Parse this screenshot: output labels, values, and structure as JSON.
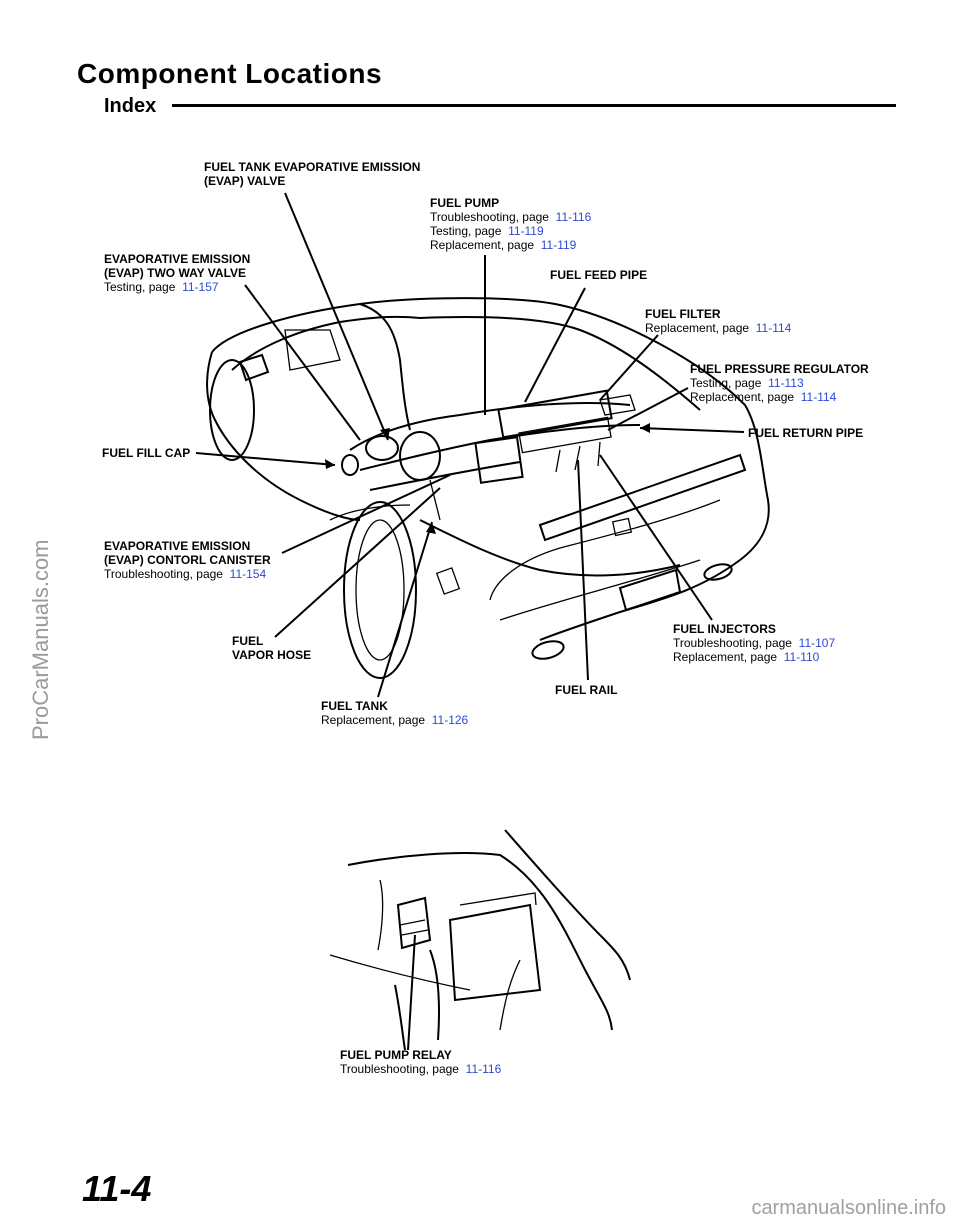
{
  "header": {
    "title": "Component Locations",
    "subtitle": "Index"
  },
  "labels": {
    "evap_valve": {
      "name_line1": "FUEL TANK EVAPORATIVE EMISSION",
      "name_line2": "(EVAP) VALVE"
    },
    "fuel_pump": {
      "name": "FUEL PUMP",
      "refs": [
        {
          "text": "Troubleshooting, page",
          "page": "11-116"
        },
        {
          "text": "Testing, page",
          "page": "11-119"
        },
        {
          "text": "Replacement, page",
          "page": "11-119"
        }
      ]
    },
    "two_way_valve": {
      "name_line1": "EVAPORATIVE EMISSION",
      "name_line2": "(EVAP) TWO WAY VALVE",
      "refs": [
        {
          "text": "Testing, page",
          "page": "11-157"
        }
      ]
    },
    "fuel_feed_pipe": {
      "name": "FUEL FEED PIPE"
    },
    "fuel_filter": {
      "name": "FUEL FILTER",
      "refs": [
        {
          "text": "Replacement, page",
          "page": "11-114"
        }
      ]
    },
    "pressure_regulator": {
      "name": "FUEL PRESSURE REGULATOR",
      "refs": [
        {
          "text": "Testing, page",
          "page": "11-113"
        },
        {
          "text": "Replacement, page",
          "page": "11-114"
        }
      ]
    },
    "fuel_return_pipe": {
      "name": "FUEL RETURN PIPE"
    },
    "fuel_fill_cap": {
      "name": "FUEL FILL CAP"
    },
    "canister": {
      "name_line1": "EVAPORATIVE EMISSION",
      "name_line2": "(EVAP) CONTORL CANISTER",
      "refs": [
        {
          "text": "Troubleshooting, page",
          "page": "11-154"
        }
      ]
    },
    "vapor_hose": {
      "name_line1": "FUEL",
      "name_line2": "VAPOR HOSE"
    },
    "fuel_injectors": {
      "name": "FUEL INJECTORS",
      "refs": [
        {
          "text": "Troubleshooting, page",
          "page": "11-107"
        },
        {
          "text": "Replacement, page",
          "page": "11-110"
        }
      ]
    },
    "fuel_rail": {
      "name": "FUEL RAIL"
    },
    "fuel_tank": {
      "name": "FUEL TANK",
      "refs": [
        {
          "text": "Replacement, page",
          "page": "11-126"
        }
      ]
    },
    "fuel_pump_relay": {
      "name": "FUEL PUMP RELAY",
      "refs": [
        {
          "text": "Troubleshooting, page",
          "page": "11-116"
        }
      ]
    }
  },
  "footer": {
    "page_number": "11-4",
    "watermark_left": "ProCarManuals.com",
    "watermark_bottom": "carmanualsonline.info"
  },
  "colors": {
    "link": "#2b4bd6",
    "watermark": "#9a9a9a"
  }
}
